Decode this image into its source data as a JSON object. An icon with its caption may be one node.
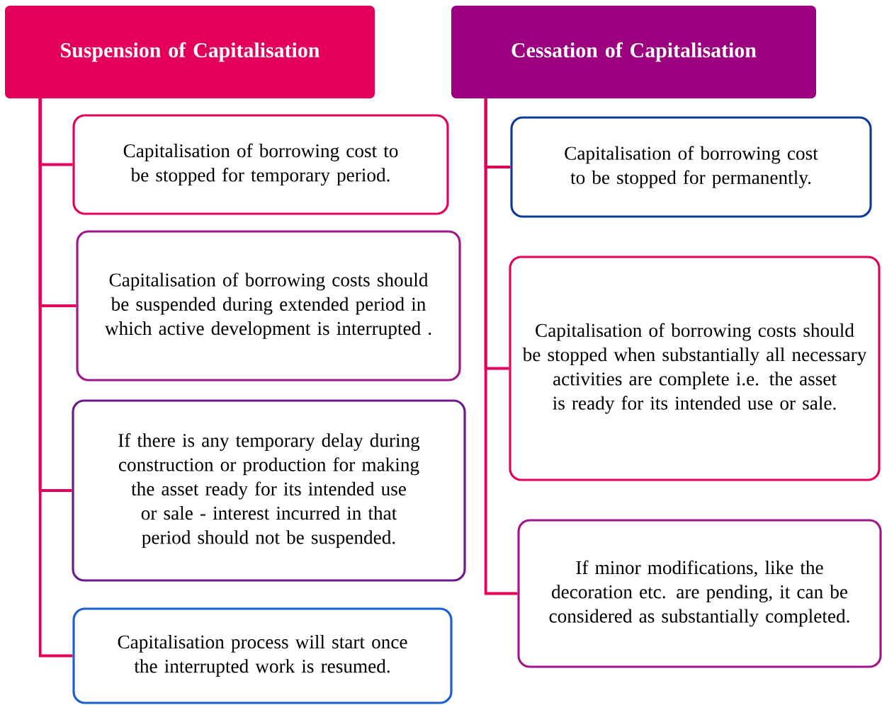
{
  "diagram": {
    "nodes": [
      {
        "text": [
          "Suspension of Capitalisation"
        ]
      },
      {
        "text": [
          "Capitalisation of borrowing cost to be stopped for temporary period."
        ]
      },
      {
        "text": [
          "Capitalisation of borrowing costs should be suspended during extended period in which active development is interrupted ."
        ]
      },
      {
        "text": [
          "If there is any temporary delay during construction or production for making the asset ready for its intended use or sale - interest incurred in that period should not be suspended."
        ]
      },
      {
        "text": [
          "Capitalisation process will start once the interrupted work is resumed."
        ]
      },
      {
        "text": [
          "Cessation of Capitalisation"
        ]
      },
      {
        "text": [
          "Capitalisation of borrowing cost to be stopped for permanently."
        ]
      },
      {
        "text": [
          "Capitalisation of borrowing costs should be stopped when substantially all necessary activities are complete i.e. the asset is ready for its intended use or sale."
        ]
      },
      {
        "text": [
          "If minor modifications, like the decoration etc. are pending, it can be considered as substantially completed."
        ]
      }
    ],
    "edges": [
      {
        "from": 0,
        "to": 1,
        "arrow": "none"
      },
      {
        "from": 0,
        "to": 2,
        "arrow": "none"
      },
      {
        "from": 0,
        "to": 3,
        "arrow": "none"
      },
      {
        "from": 0,
        "to": 4,
        "arrow": "none"
      },
      {
        "from": 5,
        "to": 6,
        "arrow": "none"
      },
      {
        "from": 5,
        "to": 7,
        "arrow": "none"
      },
      {
        "from": 5,
        "to": 8,
        "arrow": "none"
      }
    ]
  }
}
